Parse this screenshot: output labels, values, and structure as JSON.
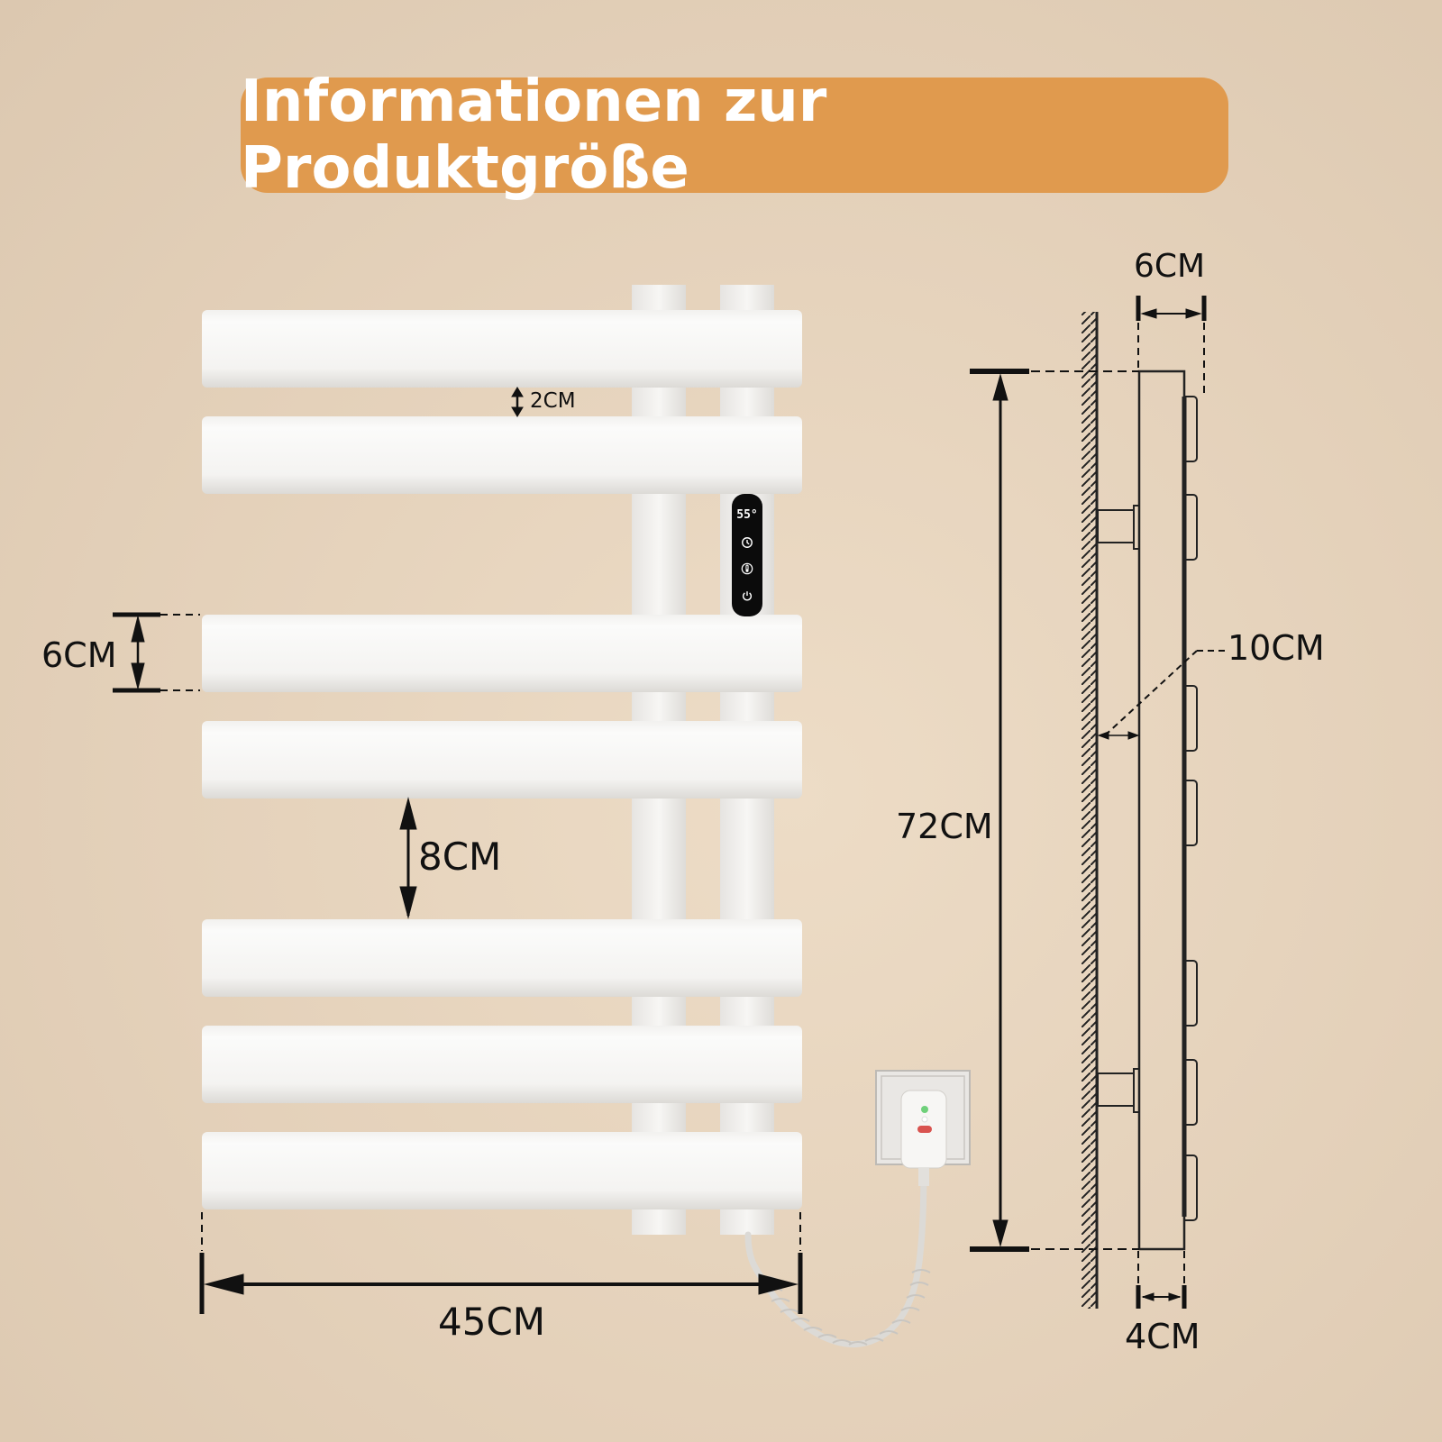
{
  "title": "Informationen zur Produktgröße",
  "colors": {
    "title_bg": "#e09a4e",
    "title_text": "#ffffff",
    "background": "#e6d3bc",
    "bar_white": "#f6f5f3",
    "line": "#111111",
    "panel_bg": "#0b0b0b",
    "led_green": "#6fd07a",
    "led_red": "#d9534f"
  },
  "front_view": {
    "bars_count": 7,
    "control_panel": {
      "temperature": "55°",
      "icons": [
        "clock-icon",
        "thermometer-icon",
        "power-icon"
      ]
    },
    "dimensions": {
      "bar_gap": "2CM",
      "bar_height": "6CM",
      "group_gap": "8CM",
      "width": "45CM"
    }
  },
  "side_view": {
    "dimensions": {
      "depth_top": "6CM",
      "wall_distance": "10CM",
      "height": "72CM",
      "depth_bottom": "4CM"
    }
  },
  "accessories": {
    "plug": "wall-plug-with-led",
    "cable": "coiled-cable"
  }
}
